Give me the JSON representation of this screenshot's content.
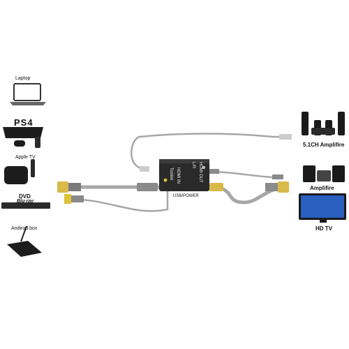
{
  "sources": {
    "laptop": "Laptop",
    "ps4_logo": "PS4",
    "apple_tv": "Apple TV",
    "dvd": "DVD",
    "bluray": "Blu-ray",
    "android_box": "Andirod box"
  },
  "outputs": {
    "amp51": "5.1CH Amplifire",
    "amplifier": "Amplifire",
    "hdtv": "HD TV"
  },
  "converter": {
    "label_left": "Toslink",
    "label_hdmi_in": "HDMI IN",
    "label_lr": "L/R",
    "label_hdmi_out": "HDMI OUT",
    "label_usb": "USB/POWER"
  },
  "colors": {
    "cable": "#a7a7a7",
    "converter": "#2a2a2a",
    "hdmi_tip": "#d8b94a",
    "usb_tip": "#e0c23a"
  }
}
